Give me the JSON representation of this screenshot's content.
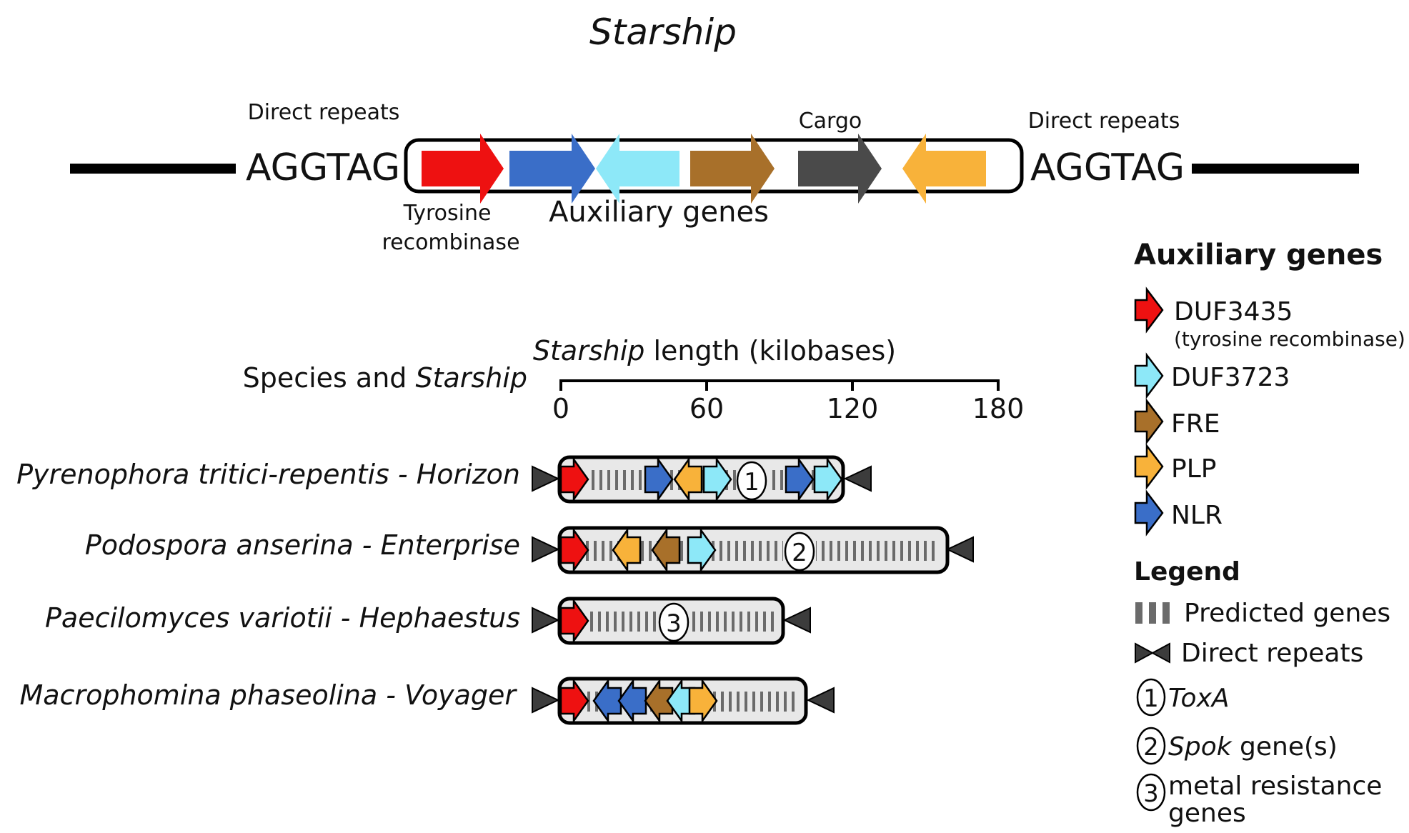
{
  "title": "Starship",
  "schematic": {
    "left_dr_label": "Direct repeats",
    "right_dr_label": "Direct repeats",
    "left_dr_seq": "AGGTAG",
    "right_dr_seq": "AGGTAG",
    "cargo_label": "Cargo",
    "aux_label": "Auxiliary genes",
    "tyr_line1": "Tyrosine",
    "tyr_line2": "recombinase"
  },
  "species_header": {
    "plain": "Species and ",
    "italic": "Starship"
  },
  "axis": {
    "title_italic": "Starship",
    "title_rest": " length (kilobases)",
    "range_kb": [
      0,
      180
    ],
    "ticks": [
      {
        "value": 0,
        "label": "0"
      },
      {
        "value": 60,
        "label": "60"
      },
      {
        "value": 120,
        "label": "120"
      },
      {
        "value": 180,
        "label": "180"
      }
    ]
  },
  "rows": [
    {
      "label": "Pyrenophora tritici-repentis - Horizon",
      "length_kb": 117,
      "cargo": "1"
    },
    {
      "label": "Podospora anserina - Enterprise",
      "length_kb": 163,
      "cargo": "2"
    },
    {
      "label": "Paecilomyces variotii - Hephaestus",
      "length_kb": 93,
      "cargo": "3"
    },
    {
      "label": "Macrophomina phaseolina  - Voyager",
      "length_kb": 103,
      "cargo": ""
    }
  ],
  "legend": {
    "aux_title": "Auxiliary genes",
    "aux_items": [
      {
        "label": "DUF3435",
        "sub": "(tyrosine recombinase)",
        "color": "#ee1111"
      },
      {
        "label": "DUF3723",
        "sub": "",
        "color": "#8de8f8"
      },
      {
        "label": "FRE",
        "sub": "",
        "color": "#a8702a"
      },
      {
        "label": "PLP",
        "sub": "",
        "color": "#f8b23a"
      },
      {
        "label": "NLR",
        "sub": "",
        "color": "#3a6ec8"
      }
    ],
    "legend_title": "Legend",
    "predicted_genes": "Predicted genes",
    "direct_repeats": "Direct repeats",
    "cargo_items": [
      {
        "num": "1",
        "label": "ToxA",
        "suffix": ""
      },
      {
        "num": "2",
        "label": "Spok",
        "suffix": " gene(s)"
      },
      {
        "num": "3",
        "label": "metal resistance",
        "suffix": "genes"
      }
    ]
  },
  "colors": {
    "red": "#ee1111",
    "blue": "#3a6ec8",
    "cyan": "#8de8f8",
    "brown": "#a8702a",
    "dark": "#4a4a4a",
    "orange": "#f8b23a"
  }
}
